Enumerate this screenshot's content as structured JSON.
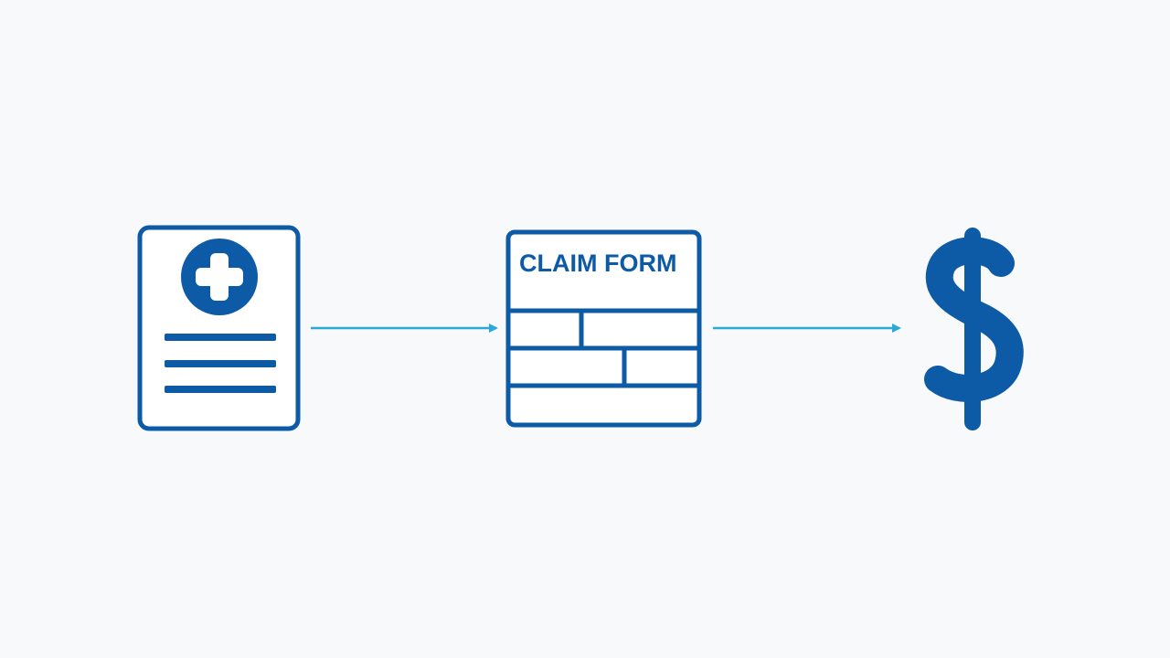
{
  "diagram": {
    "steps": [
      {
        "id": "medical-record",
        "icon": "medical-document-icon"
      },
      {
        "id": "claim-form",
        "icon": "claim-form-icon",
        "label": "CLAIM FORM"
      },
      {
        "id": "payment",
        "icon": "dollar-sign-icon",
        "label": "$"
      }
    ],
    "connectors": [
      {
        "from": "medical-record",
        "to": "claim-form"
      },
      {
        "from": "claim-form",
        "to": "payment"
      }
    ]
  },
  "colors": {
    "background": "#f7f9fb",
    "primary": "#0d5aa7",
    "arrow": "#2aa8d8",
    "icon_fill_light": "#ffffff"
  }
}
